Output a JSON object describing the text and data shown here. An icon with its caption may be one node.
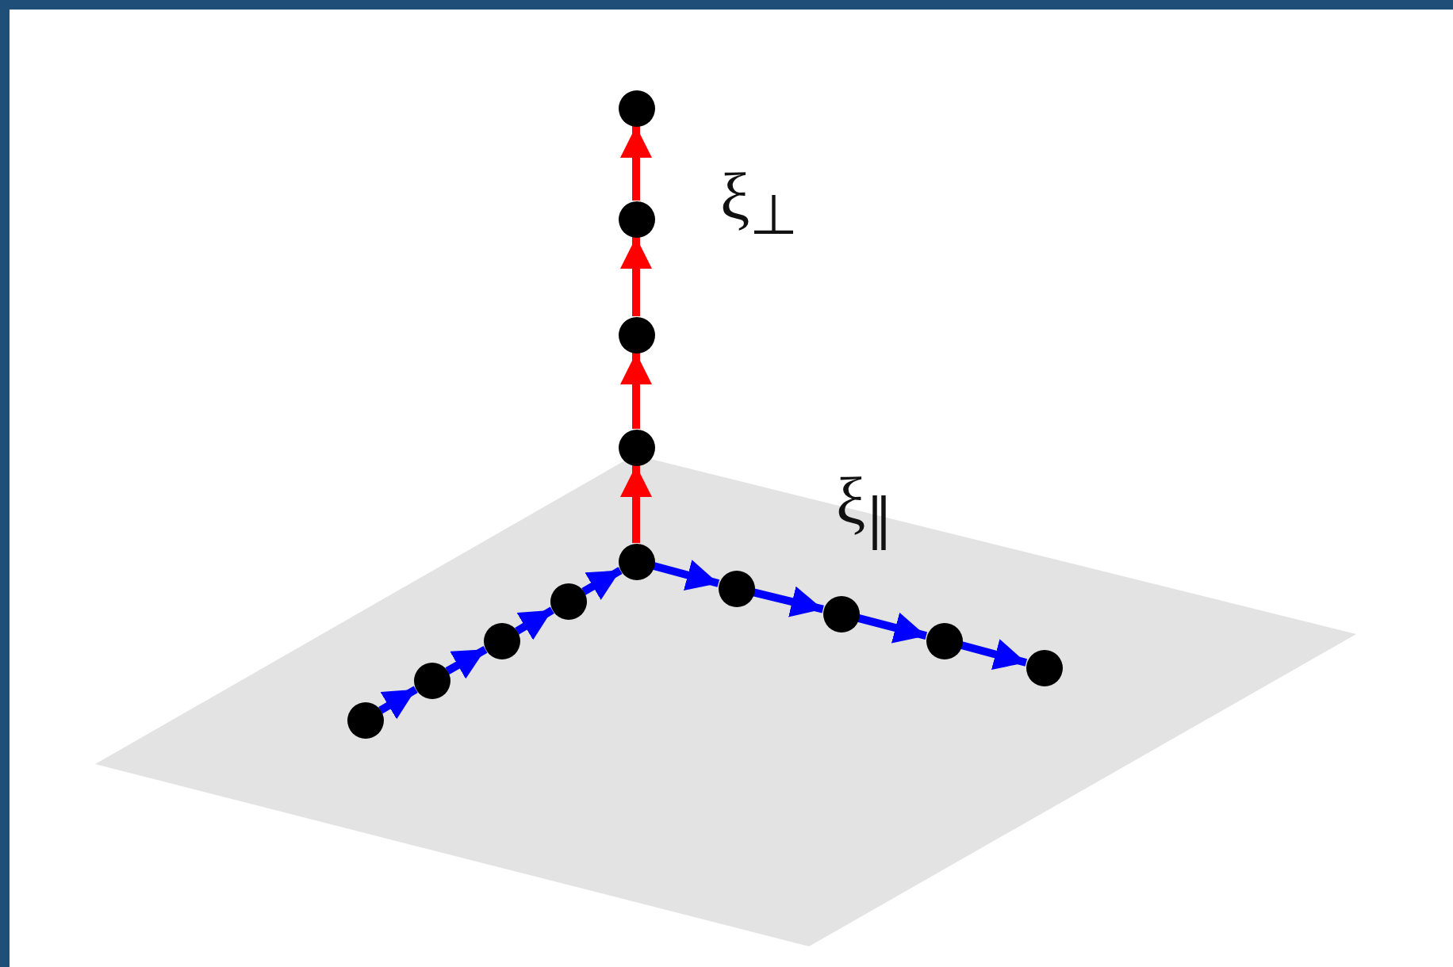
{
  "diagram": {
    "nodes": [
      {
        "text": [],
        "shape": "circle"
      },
      {
        "text": [],
        "shape": "circle"
      },
      {
        "text": [],
        "shape": "circle"
      },
      {
        "text": [],
        "shape": "circle"
      },
      {
        "text": [],
        "shape": "circle"
      },
      {
        "text": [],
        "shape": "circle"
      },
      {
        "text": [],
        "shape": "circle"
      },
      {
        "text": [],
        "shape": "circle"
      },
      {
        "text": [],
        "shape": "circle"
      },
      {
        "text": [],
        "shape": "circle"
      },
      {
        "text": [],
        "shape": "circle"
      },
      {
        "text": [],
        "shape": "circle"
      },
      {
        "text": [],
        "shape": "circle"
      }
    ],
    "edges": [
      {
        "from": 4,
        "to": 3,
        "arrow": "to",
        "color": "#ff0000"
      },
      {
        "from": 3,
        "to": 2,
        "arrow": "to",
        "color": "#ff0000"
      },
      {
        "from": 2,
        "to": 1,
        "arrow": "to",
        "color": "#ff0000"
      },
      {
        "from": 1,
        "to": 0,
        "arrow": "to",
        "color": "#ff0000"
      },
      {
        "from": 8,
        "to": 7,
        "arrow": "to"
      },
      {
        "from": 7,
        "to": 6,
        "arrow": "to"
      },
      {
        "from": 6,
        "to": 5,
        "arrow": "to"
      },
      {
        "from": 5,
        "to": 4,
        "arrow": "to"
      },
      {
        "from": 4,
        "to": 9,
        "arrow": "to"
      },
      {
        "from": 9,
        "to": 10,
        "arrow": "to"
      },
      {
        "from": 10,
        "to": 11,
        "arrow": "to"
      },
      {
        "from": 11,
        "to": 12,
        "arrow": "to"
      }
    ],
    "labels": [
      "ξ$_{⊥}$",
      "ξ$_{∥}$"
    ]
  }
}
